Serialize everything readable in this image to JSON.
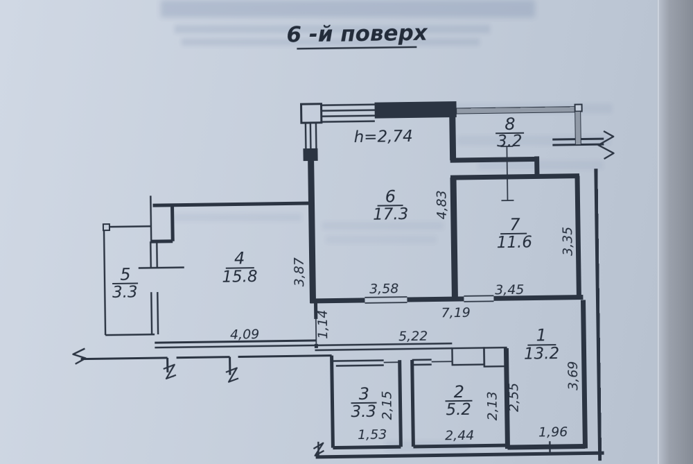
{
  "photo": {
    "floor_title": "6 -й поверх"
  },
  "plan": {
    "height_label": "h=2,74",
    "rooms": [
      {
        "number": "1",
        "area": "13.2"
      },
      {
        "number": "2",
        "area": "5.2"
      },
      {
        "number": "3",
        "area": "3.3"
      },
      {
        "number": "4",
        "area": "15.8"
      },
      {
        "number": "5",
        "area": "3.3"
      },
      {
        "number": "6",
        "area": "17.3"
      },
      {
        "number": "7",
        "area": "11.6"
      },
      {
        "number": "8",
        "area": "3.2"
      }
    ],
    "dimensions": {
      "w483": "4,83",
      "w387": "3,87",
      "w358": "3,58",
      "w345": "3,45",
      "w335": "3,35",
      "w719": "7,19",
      "w114": "1,14",
      "w522": "5,22",
      "w409": "4,09",
      "w215": "2,15",
      "w153": "1,53",
      "w244": "2,44",
      "w213": "2,13",
      "w255": "2,55",
      "w369": "3,69",
      "w196": "1,96"
    },
    "colors": {
      "ink": "#2b3442",
      "paper": "#c6cfdc",
      "hatch": "#919aa7"
    }
  }
}
